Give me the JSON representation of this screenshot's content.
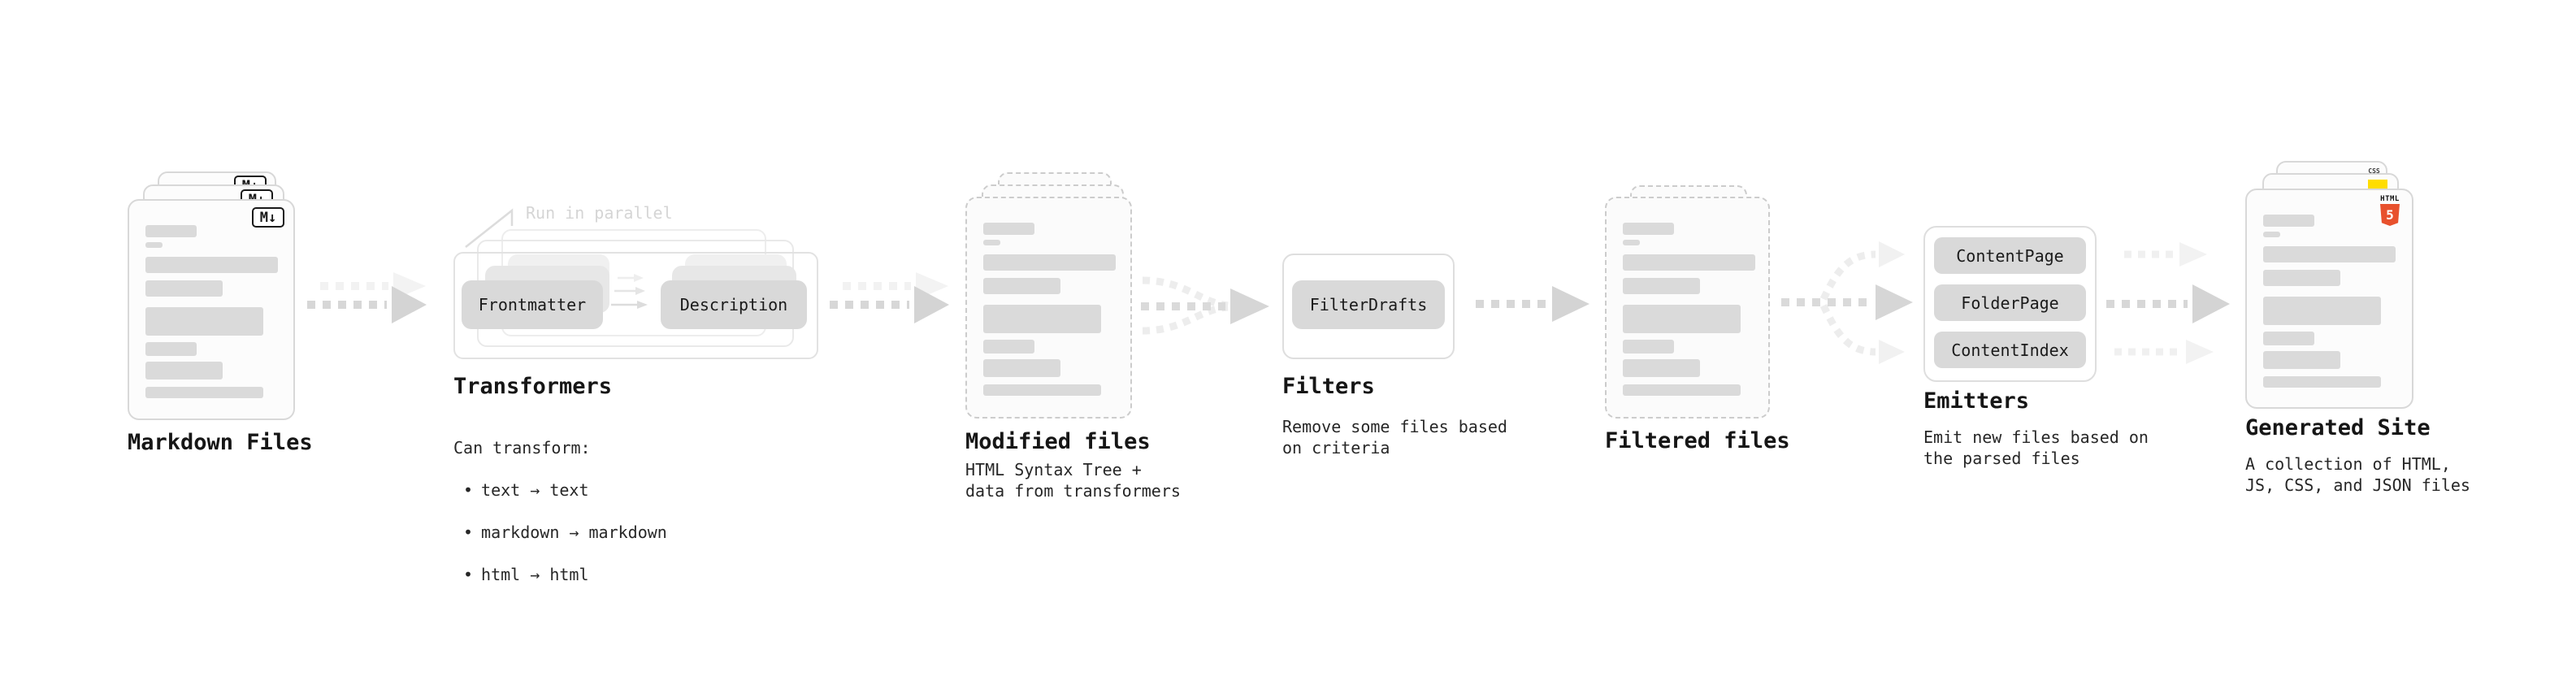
{
  "diagram": {
    "bullet_glyph": "•"
  },
  "colors": {
    "css_blue": "#2d62f5",
    "js_yellow": "#ffdd00",
    "html5_orange": "#e8512d"
  },
  "stages": {
    "markdown": {
      "label": "Markdown Files",
      "badge": "M↓"
    },
    "transformers": {
      "title": "Transformers",
      "annotation": "Run in parallel",
      "pill_frontmatter": "Frontmatter",
      "pill_description": "Description",
      "desc_heading": "Can transform:",
      "bullets": [
        "text → text",
        "markdown → markdown",
        "html → html"
      ]
    },
    "modified": {
      "label": "Modified files",
      "desc": "HTML Syntax Tree +\ndata from transformers"
    },
    "filters": {
      "title": "Filters",
      "pill": "FilterDrafts",
      "desc": "Remove some files based\non criteria"
    },
    "filtered": {
      "label": "Filtered files"
    },
    "emitters": {
      "title": "Emitters",
      "pills": [
        "ContentPage",
        "FolderPage",
        "ContentIndex"
      ],
      "desc": "Emit new files based on\nthe parsed files"
    },
    "generated": {
      "label": "Generated Site",
      "desc": "A collection of HTML,\nJS, CSS, and JSON files",
      "css_badge": "CSS",
      "html5_label": "HTML",
      "html5_number": "5"
    }
  }
}
